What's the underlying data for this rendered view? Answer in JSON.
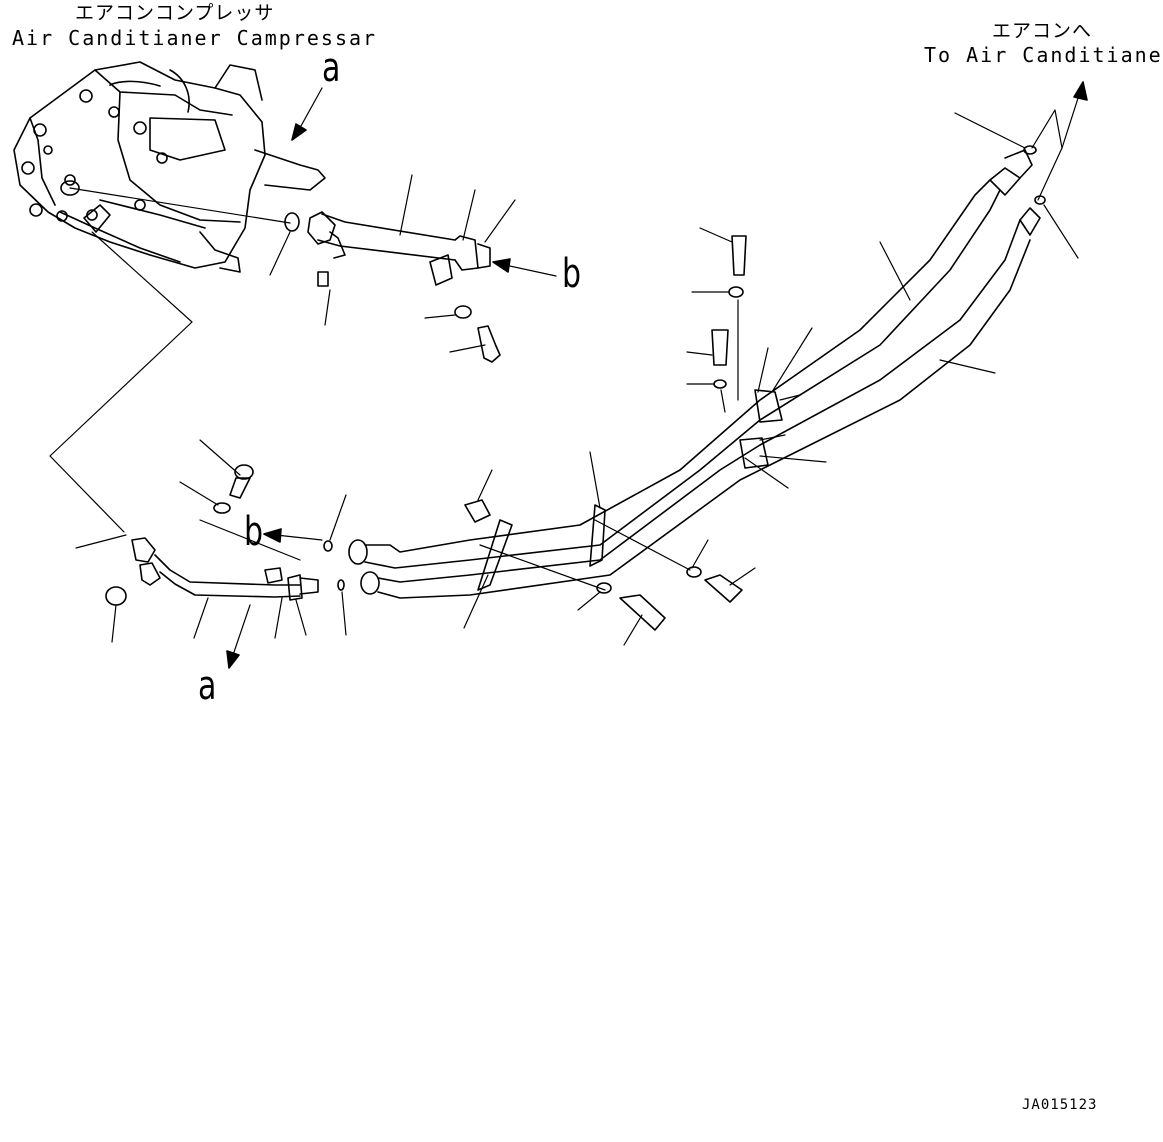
{
  "labels": {
    "compressor_jp": "エアコンコンプレッサ",
    "compressor_en": "Air Canditianer Campressar",
    "to_ac_jp": "エアコンへ",
    "to_ac_en": "To Air Canditianer",
    "ref_a_top": "a",
    "ref_a_bottom": "a",
    "ref_b_right": "b",
    "ref_b_left": "b",
    "drawing_code": "JA015123"
  }
}
